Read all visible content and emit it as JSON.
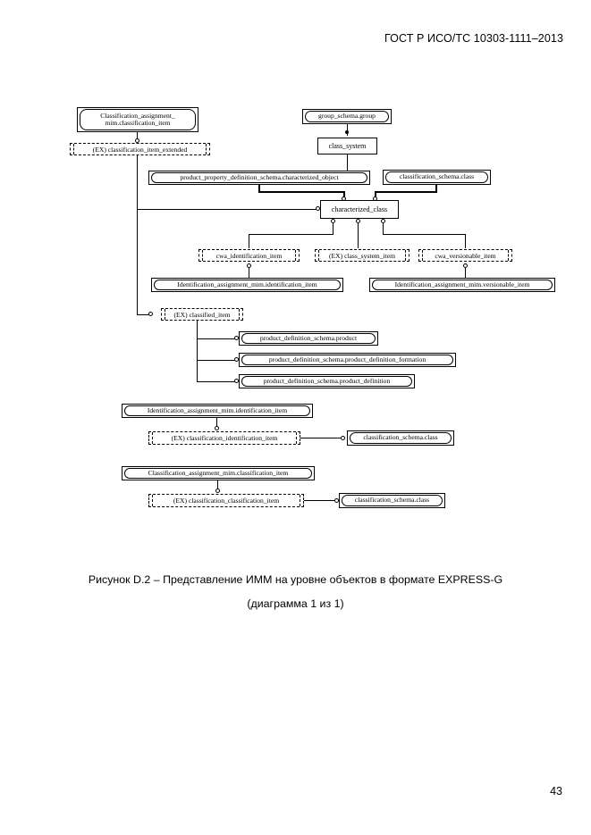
{
  "document": {
    "header": "ГОСТ Р ИСО/ТС 10303-1111–2013",
    "page_number": "43",
    "caption_line1": "Рисунок D.2 – Представление ИММ на уровне объектов в формате EXPRESS-G",
    "caption_line2": "(диаграмма 1 из 1)"
  },
  "diagram": {
    "nodes": {
      "classification_assignment_mim_classification_item_top_line1": "Classification_assignment_",
      "classification_assignment_mim_classification_item_top_line2": "mim.classification_item",
      "classification_item_extended": "(EX) classification_item_extended",
      "group_schema_group": "group_schema.group",
      "class_system": "class_system",
      "product_property_definition_schema_characterized_object": "product_property_definition_schema.characterized_object",
      "classification_schema_class_top": "classification_schema.class",
      "characterized_class": "characterized_class",
      "cwa_identification_item": "cwa_identification_item",
      "class_system_item": "(EX) class_system_item",
      "cwa_versionable_item": "cwa_versionable_item",
      "identification_assignment_mim_identification_item": "Identification_assignment_mim.identification_item",
      "identification_assignment_mim_versionable_item": "Identification_assignment_mim.versionable_item",
      "classified_item": "(EX) classified_item",
      "product_definition_schema_product": "product_definition_schema.product",
      "product_definition_schema_product_definition_formation": "product_definition_schema.product_definition_formation",
      "product_definition_schema_product_definition": "product_definition_schema.product_definition",
      "identification_assignment_mim_identification_item_2": "Identification_assignment_mim.identification_item",
      "classification_identification_item": "(EX) classification_identification_item",
      "classification_schema_class_mid": "classification_schema.class",
      "classification_assignment_mim_classification_item_2": "Classification_assignment_mim.classification_item",
      "classification_classification_item": "(EX) classification_classification_item",
      "classification_schema_class_bottom": "classification_schema.class"
    }
  }
}
